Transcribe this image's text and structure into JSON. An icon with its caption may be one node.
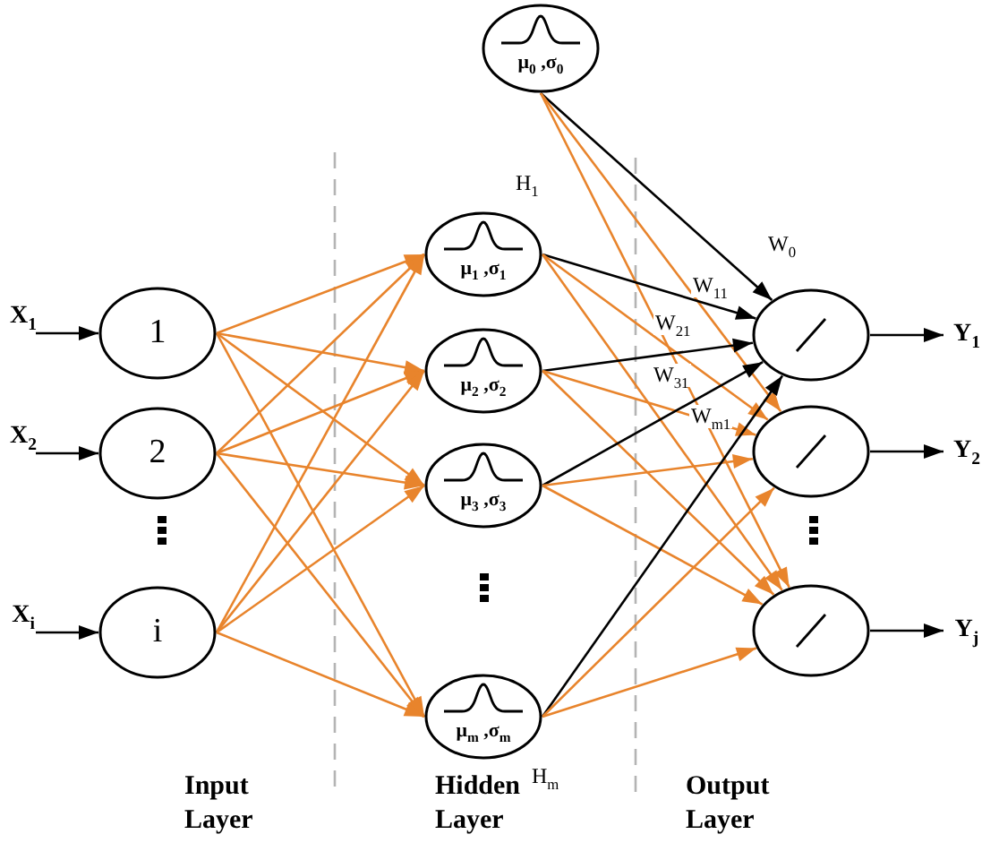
{
  "diagram": {
    "nodes": [
      {
        "text": [
          "X$_{1}$"
        ]
      },
      {
        "text": [
          "X$_{2}$"
        ]
      },
      {
        "text": [
          "X$_{i}$"
        ]
      },
      {
        "text": [
          "1"
        ]
      },
      {
        "text": [
          "2"
        ]
      },
      {
        "text": [
          "i"
        ]
      },
      {
        "text": [
          "μ$_{0}$ ,σ$_{0}$"
        ]
      },
      {
        "text": [
          "μ$_{1}$ ,σ$_{1}$"
        ],
        "beside": [
          "H$_{1}$"
        ]
      },
      {
        "text": [
          "μ$_{2}$ ,σ$_{2}$"
        ]
      },
      {
        "text": [
          "μ$_{3}$ ,σ$_{3}$"
        ]
      },
      {
        "text": [
          "μ$_{m}$ ,σ$_{m}$"
        ],
        "beside": [
          "H$_{m}$"
        ]
      },
      {
        "text": [],
        "shape": "ellipse"
      },
      {
        "text": [],
        "shape": "ellipse"
      },
      {
        "text": [],
        "shape": "ellipse"
      },
      {
        "text": [
          "Y$_{1}$"
        ]
      },
      {
        "text": [
          "Y$_{2}$"
        ]
      },
      {
        "text": [
          "Y$_{j}$"
        ]
      }
    ],
    "edges": [
      {
        "from": 0,
        "to": 3,
        "arrow": "to",
        "color": "#000000"
      },
      {
        "from": 1,
        "to": 4,
        "arrow": "to",
        "color": "#000000"
      },
      {
        "from": 2,
        "to": 5,
        "arrow": "to",
        "color": "#000000"
      },
      {
        "from": 3,
        "to": 7,
        "arrow": "to"
      },
      {
        "from": 3,
        "to": 8,
        "arrow": "to"
      },
      {
        "from": 3,
        "to": 9,
        "arrow": "to"
      },
      {
        "from": 3,
        "to": 10,
        "arrow": "to"
      },
      {
        "from": 4,
        "to": 7,
        "arrow": "to"
      },
      {
        "from": 4,
        "to": 8,
        "arrow": "to"
      },
      {
        "from": 4,
        "to": 9,
        "arrow": "to"
      },
      {
        "from": 4,
        "to": 10,
        "arrow": "to"
      },
      {
        "from": 5,
        "to": 7,
        "arrow": "to"
      },
      {
        "from": 5,
        "to": 8,
        "arrow": "to"
      },
      {
        "from": 5,
        "to": 9,
        "arrow": "to"
      },
      {
        "from": 5,
        "to": 10,
        "arrow": "to"
      },
      {
        "from": 6,
        "to": 11,
        "arrow": "to",
        "label": "W$_{0}$",
        "color": "#000000"
      },
      {
        "from": 6,
        "to": 12,
        "arrow": "to"
      },
      {
        "from": 6,
        "to": 13,
        "arrow": "to"
      },
      {
        "from": 7,
        "to": 11,
        "arrow": "to",
        "label": "W$_{11}$",
        "color": "#000000"
      },
      {
        "from": 7,
        "to": 12,
        "arrow": "to"
      },
      {
        "from": 7,
        "to": 13,
        "arrow": "to"
      },
      {
        "from": 8,
        "to": 11,
        "arrow": "to",
        "label": "W$_{21}$",
        "color": "#000000"
      },
      {
        "from": 8,
        "to": 12,
        "arrow": "to"
      },
      {
        "from": 8,
        "to": 13,
        "arrow": "to"
      },
      {
        "from": 9,
        "to": 11,
        "arrow": "to",
        "label": "W$_{31}$",
        "color": "#000000"
      },
      {
        "from": 9,
        "to": 12,
        "arrow": "to"
      },
      {
        "from": 9,
        "to": 13,
        "arrow": "to"
      },
      {
        "from": 10,
        "to": 11,
        "arrow": "to",
        "label": "W$_{m1}$",
        "color": "#000000"
      },
      {
        "from": 10,
        "to": 12,
        "arrow": "to"
      },
      {
        "from": 10,
        "to": 13,
        "arrow": "to"
      },
      {
        "from": 11,
        "to": 14,
        "arrow": "to",
        "color": "#000000"
      },
      {
        "from": 12,
        "to": 15,
        "arrow": "to",
        "color": "#000000"
      },
      {
        "from": 13,
        "to": 16,
        "arrow": "to",
        "color": "#000000"
      }
    ],
    "labels": [
      "Input Layer",
      "Hidden Layer",
      "Output Layer"
    ]
  }
}
